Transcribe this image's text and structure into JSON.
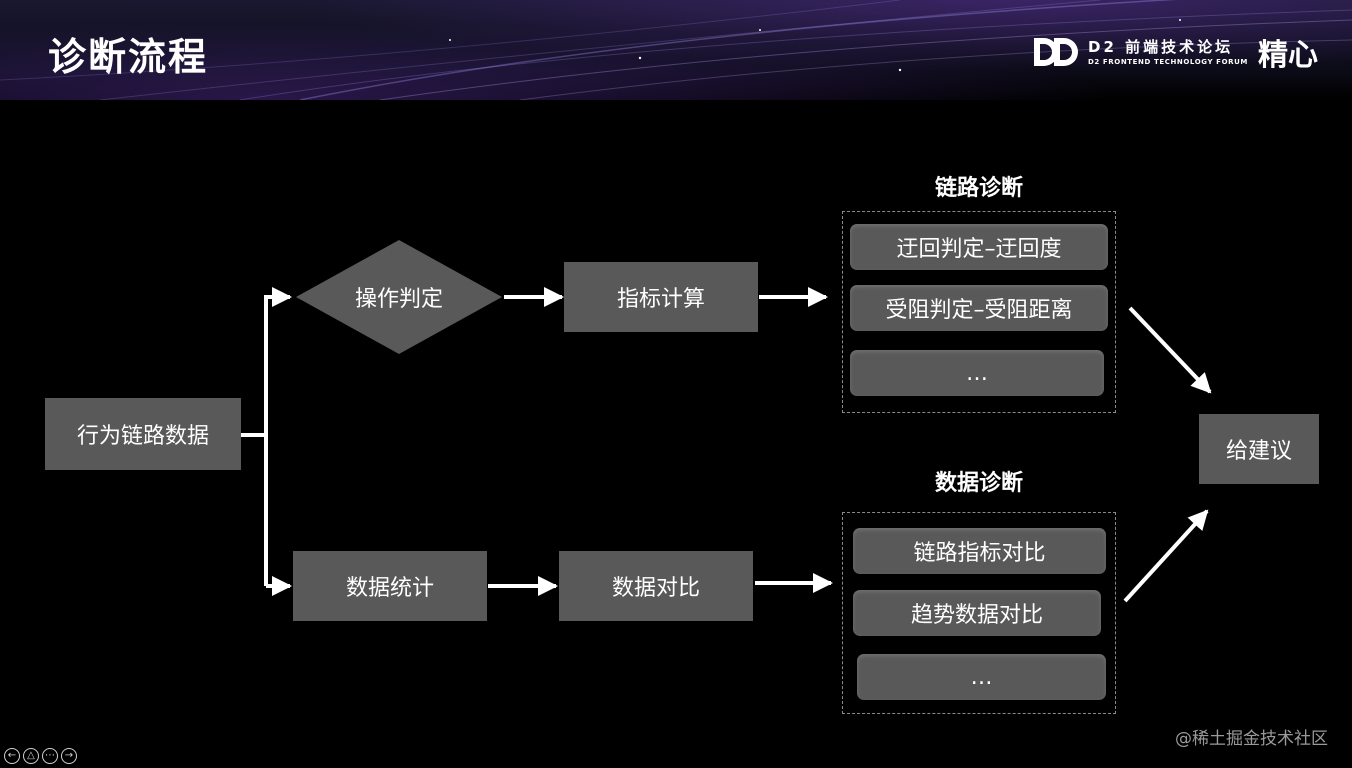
{
  "header": {
    "title": "诊断流程",
    "forum_logo_text": "DD",
    "forum_name": "D2 前端技术论坛",
    "forum_name_en": "D2 FRONTEND TECHNOLOGY FORUM",
    "brand": "精心"
  },
  "diagram": {
    "source": "行为链路数据",
    "top_branch": {
      "decision": "操作判定",
      "step": "指标计算"
    },
    "bottom_branch": {
      "step1": "数据统计",
      "step2": "数据对比"
    },
    "group_link": {
      "title": "链路诊断",
      "items": [
        "迂回判定–迂回度",
        "受阻判定–受阻距离",
        "…"
      ]
    },
    "group_data": {
      "title": "数据诊断",
      "items": [
        "链路指标对比",
        "趋势数据对比",
        "…"
      ]
    },
    "result": "给建议"
  },
  "footer": {
    "watermark": "@稀土掘金技术社区"
  },
  "colors": {
    "node_fill": "#595959",
    "arrow": "#ffffff",
    "background": "#000000"
  }
}
